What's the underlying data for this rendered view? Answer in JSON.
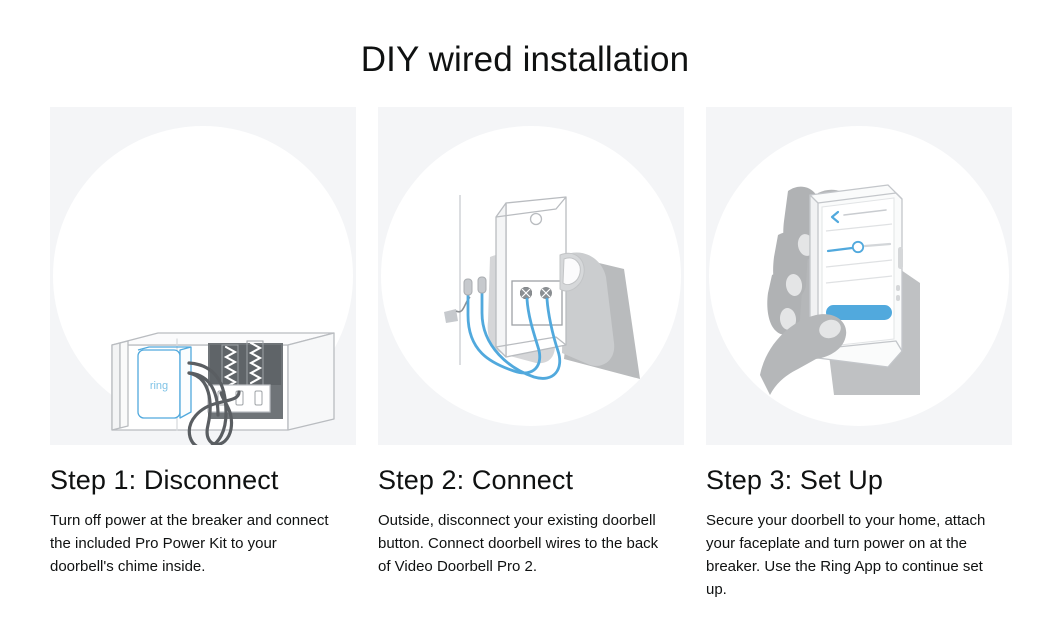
{
  "header": {
    "title": "DIY wired installation"
  },
  "steps": [
    {
      "id": "step-1",
      "title": "Step 1: Disconnect",
      "body": "Turn off power at the breaker and connect the included Pro Power Kit to your doorbell's chime inside.",
      "illustration": {
        "name": "chime-box-with-pro-power-kit-illustration",
        "brand_label": "ring",
        "description": "Indoor doorbell chime box opened with Ring Pro Power Kit installed and two wires routed to the chime terminals"
      }
    },
    {
      "id": "step-2",
      "title": "Step 2: Connect",
      "body": "Outside, disconnect your existing doorbell button. Connect doorbell wires to the back of Video Doorbell Pro 2.",
      "illustration": {
        "name": "hand-connecting-doorbell-wires-illustration",
        "brand_label": "",
        "description": "Hand holding Video Doorbell Pro 2 with two blue doorbell wires attached to the rear terminal screws"
      }
    },
    {
      "id": "step-3",
      "title": "Step 3: Set Up",
      "body": "Secure your doorbell to your home, attach your faceplate and turn power on at the breaker. Use the Ring App to continue set up.",
      "illustration": {
        "name": "hand-holding-phone-ring-app-illustration",
        "brand_label": "",
        "description": "Hand holding a smartphone showing the Ring App setup screen with a back arrow, a slider and a blue continue button"
      }
    }
  ],
  "colors": {
    "page_background": "#ffffff",
    "panel_background": "#f4f5f7",
    "panel_circle": "#ffffff",
    "text_primary": "#0f1111",
    "accent_blue": "#51a9dd",
    "line_gray": "#b9bcc0",
    "shadow_gray": "#c9ccd0",
    "dark_gray": "#6b6f73"
  }
}
